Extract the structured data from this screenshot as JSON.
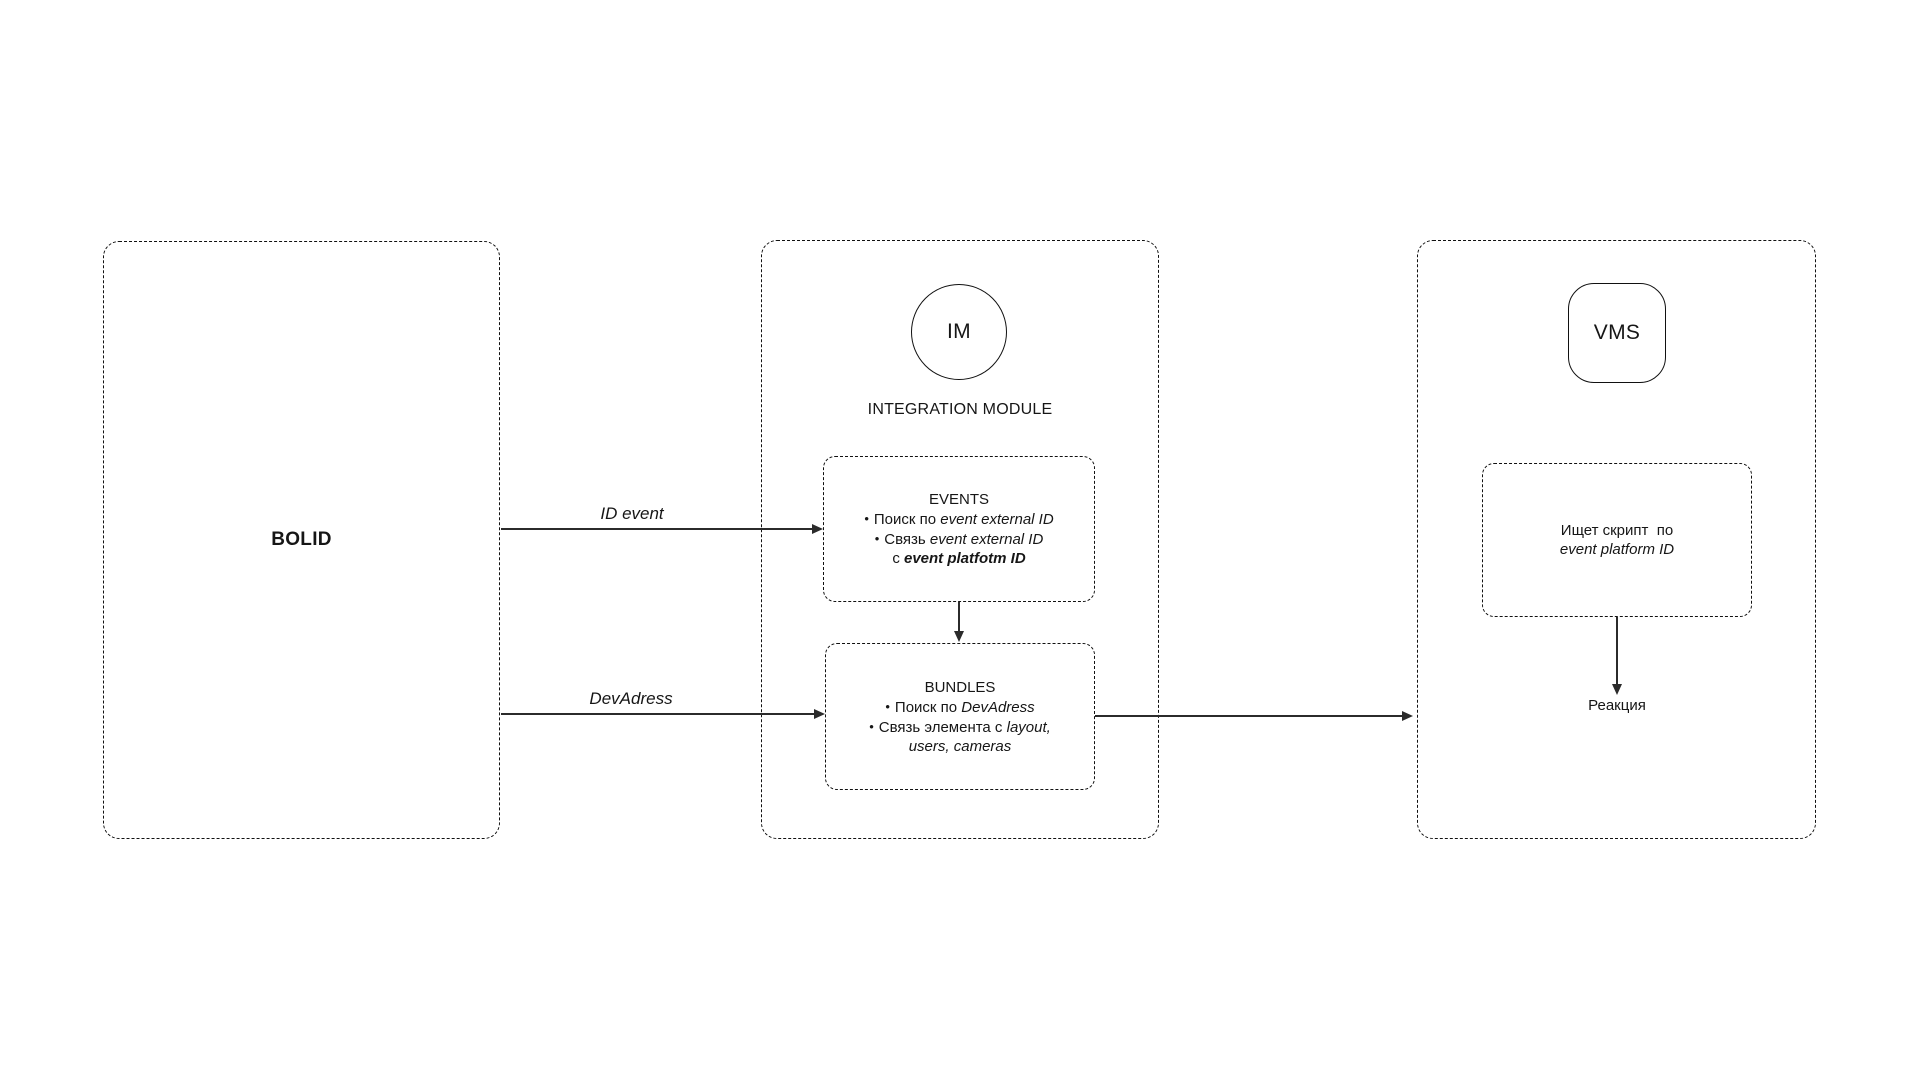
{
  "diagram": {
    "background": "#ffffff",
    "stroke_color": "#111111",
    "arrow_color": "#2b2b2b"
  },
  "bolid": {
    "label": "BOLID"
  },
  "integration_module": {
    "circle_label": "IM",
    "caption": "INTEGRATION MODULE",
    "events_box": {
      "title": "EVENTS",
      "bullet": "•",
      "item1_prefix": "Поиск по ",
      "item1_italic": "event external ID",
      "item2_prefix": "Связь ",
      "item2_italic": "event external ID",
      "item3_prefix": "с ",
      "item3_bold_italic": "event platfotm ID"
    },
    "bundles_box": {
      "title": "BUNDLES",
      "bullet": "•",
      "item1_prefix": "Поиск по ",
      "item1_italic": "DevAdress",
      "item2_prefix": "Связь элемента с ",
      "item2_italic": "layout,",
      "item3_italic": "users, cameras"
    }
  },
  "vms": {
    "badge_label": "VMS",
    "script_box_line1": "Ищет скрипт  по",
    "script_box_line2_italic": "event platform ID",
    "reaction_label": "Реакция"
  },
  "connections": {
    "id_event_label": "ID event",
    "dev_adress_label": "DevAdress"
  }
}
